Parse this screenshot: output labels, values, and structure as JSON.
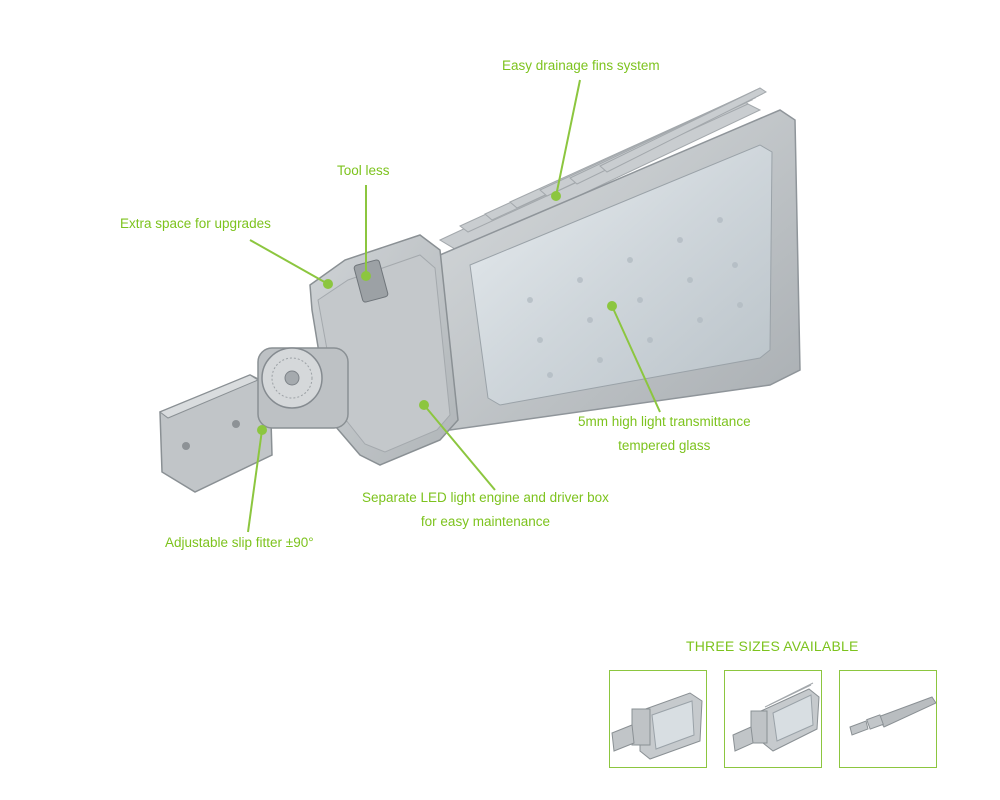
{
  "callouts": {
    "drainage": "Easy drainage fins system",
    "toolless": "Tool less",
    "extra_space": "Extra space for upgrades",
    "glass_line1": "5mm high light transmittance",
    "glass_line2": "tempered glass",
    "engine_line1": "Separate LED light engine and driver box",
    "engine_line2": "for easy maintenance",
    "slip_fitter": "Adjustable slip fitter ±90°"
  },
  "sizes": {
    "title": "THREE SIZES AVAILABLE",
    "thumbnails": [
      "small-size-luminaire",
      "medium-size-luminaire",
      "large-size-luminaire"
    ]
  },
  "colors": {
    "accent": "#7dc31e",
    "housing": "#b9bdc0",
    "glass": "#d4dbe0"
  }
}
